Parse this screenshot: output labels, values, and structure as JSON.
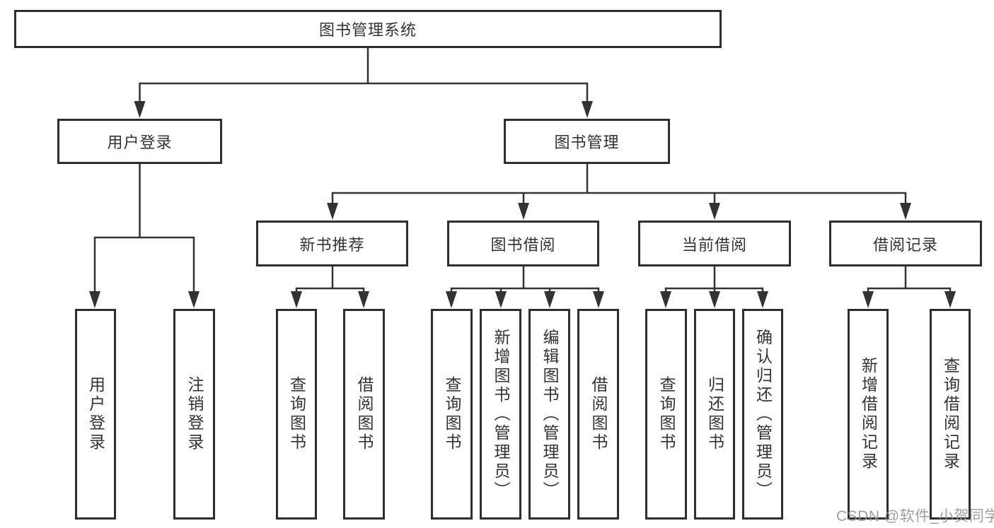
{
  "diagram_title": "图书管理系统",
  "tree": {
    "label": "图书管理系统",
    "children": [
      {
        "label": "用户登录",
        "children": [
          {
            "label": "用户登录"
          },
          {
            "label": "注销登录"
          }
        ]
      },
      {
        "label": "图书管理",
        "children": [
          {
            "label": "新书推荐",
            "children": [
              {
                "label": "查询图书"
              },
              {
                "label": "借阅图书"
              }
            ]
          },
          {
            "label": "图书借阅",
            "children": [
              {
                "label": "查询图书"
              },
              {
                "label": "新增图书（管理员）"
              },
              {
                "label": "编辑图书（管理员）"
              },
              {
                "label": "借阅图书"
              }
            ]
          },
          {
            "label": "当前借阅",
            "children": [
              {
                "label": "查询图书"
              },
              {
                "label": "归还图书"
              },
              {
                "label": "确认归还（管理员）"
              }
            ]
          },
          {
            "label": "借阅记录",
            "children": [
              {
                "label": "新增借阅记录"
              },
              {
                "label": "查询借阅记录"
              }
            ]
          }
        ]
      }
    ]
  },
  "watermark": "CSDN @软件_小贺同学",
  "colors": {
    "line": "#333333",
    "box_border": "#2e2e2e",
    "text": "#333333",
    "watermark": "#949494",
    "background": "#ffffff"
  }
}
